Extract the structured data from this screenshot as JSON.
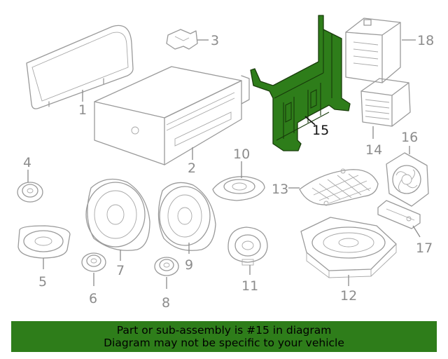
{
  "diagram": {
    "highlight_color": "#2e7d1a",
    "callouts": {
      "c1": "1",
      "c2": "2",
      "c3": "3",
      "c4": "4",
      "c5": "5",
      "c6": "6",
      "c7": "7",
      "c8": "8",
      "c9": "9",
      "c10": "10",
      "c11": "11",
      "c12": "12",
      "c13": "13",
      "c14": "14",
      "c15": "15",
      "c16": "16",
      "c17": "17",
      "c18": "18"
    },
    "highlighted_part": "15"
  },
  "banner": {
    "line1": "Part or sub-assembly is #15 in diagram",
    "line2": "Diagram may not be specific to your vehicle"
  }
}
